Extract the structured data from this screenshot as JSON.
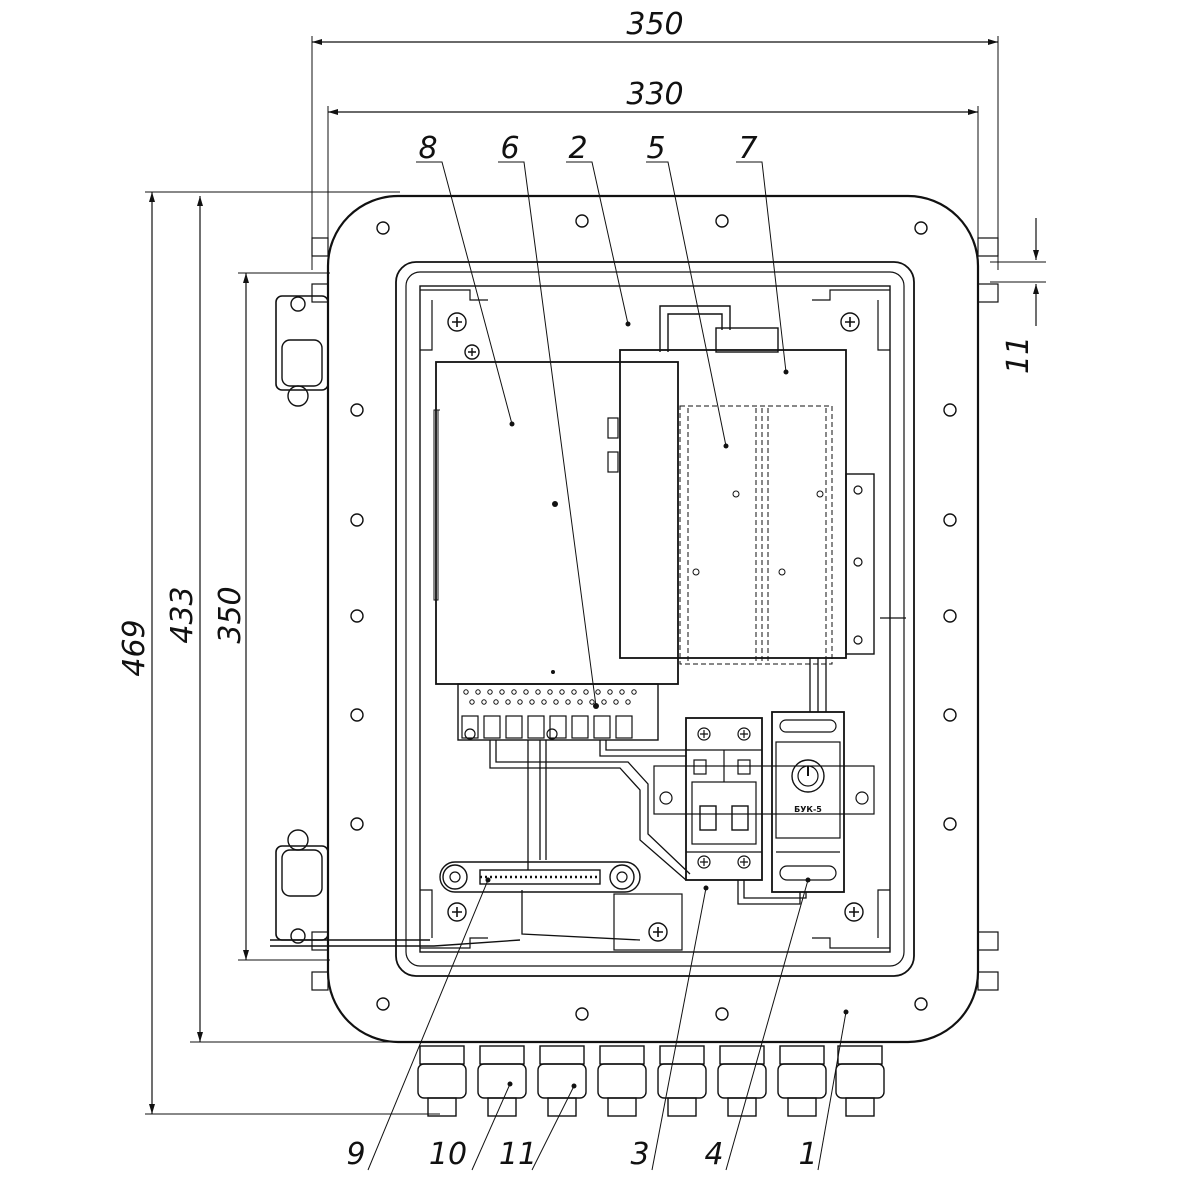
{
  "dimensions": {
    "overall_width": "350",
    "inner_width": "330",
    "overall_height": "469",
    "body_height": "433",
    "mount_height": "350",
    "flange_offset": "11"
  },
  "callouts": {
    "top": [
      "8",
      "6",
      "2",
      "5",
      "7"
    ],
    "bottom": [
      "9",
      "10",
      "11",
      "3",
      "4",
      "1"
    ]
  },
  "relay_label": "БУК-5"
}
